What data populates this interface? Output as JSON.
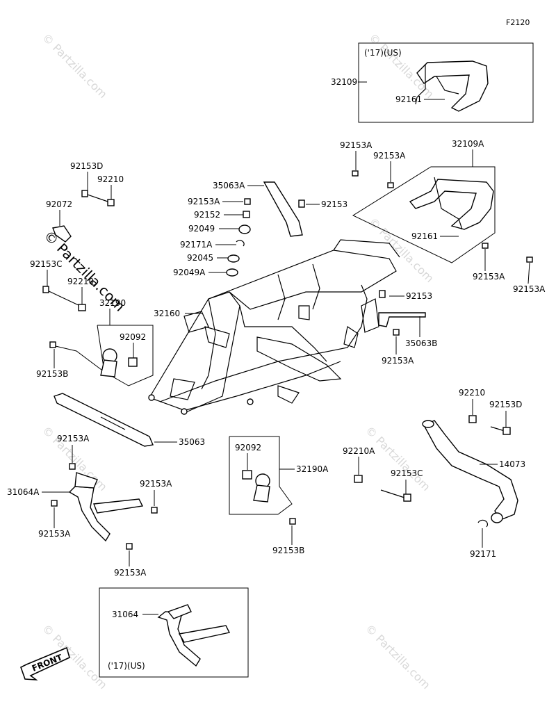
{
  "figure_id": "F2120",
  "watermarks": {
    "text": "© Partzilla.com"
  },
  "callouts": {
    "top_box_title": "('17)(US)",
    "top_box_32109": "32109",
    "top_box_92161": "92161",
    "p92153A_1": "92153A",
    "p92153A_2": "92153A",
    "p32109A": "32109A",
    "p92161": "92161",
    "p92153A_3": "92153A",
    "p92153A_4": "92153A",
    "p92153D_1": "92153D",
    "p92210_1": "92210",
    "p92072": "92072",
    "p92153C_1": "92153C",
    "p92210_2": "92210",
    "p32190": "32190",
    "p92092_1": "92092",
    "p92153B_1": "92153B",
    "p35063A": "35063A",
    "p92153A_5": "92153A",
    "p92153": "92153",
    "p92152": "92152",
    "p92049": "92049",
    "p92171A": "92171A",
    "p92045": "92045",
    "p92049A": "92049A",
    "p32160": "32160",
    "p92153_2": "92153",
    "p35063B": "35063B",
    "p92153A_6": "92153A",
    "p35063": "35063",
    "p92210_3": "92210",
    "p92153D_2": "92153D",
    "p92153A_7": "92153A",
    "p31064A": "31064A",
    "p92153A_8": "92153A",
    "p92153A_9": "92153A",
    "p92153A_10": "92153A",
    "p92092_2": "92092",
    "p32190A": "32190A",
    "p92153B_2": "92153B",
    "p92210A": "92210A",
    "p92153C_2": "92153C",
    "p14073": "14073",
    "p92171": "92171",
    "p31064": "31064",
    "bottom_box_title": "('17)(US)",
    "front_arrow": "FRONT"
  }
}
